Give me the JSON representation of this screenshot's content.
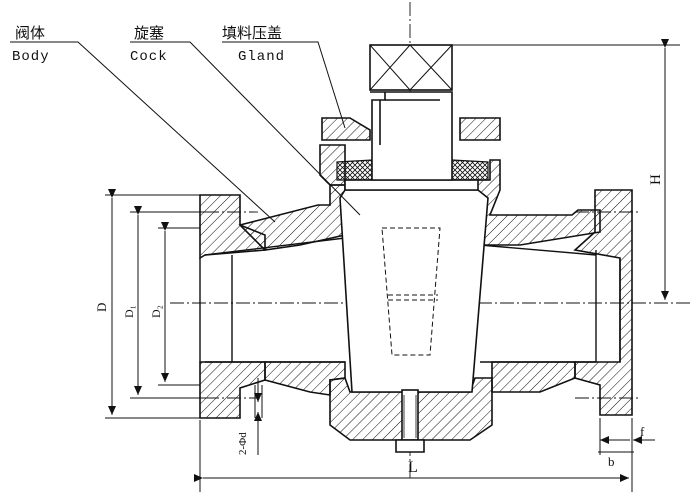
{
  "labels": {
    "body": {
      "cn": "阀体",
      "en": "Body"
    },
    "cock": {
      "cn": "旋塞",
      "en": "Cock"
    },
    "gland": {
      "cn": "填料压盖",
      "en": "Gland"
    }
  },
  "dimensions": {
    "D": "D",
    "D1": "D₁",
    "D2": "D₂",
    "H": "H",
    "L": "L",
    "bolt_holes": "2-Φd",
    "f": "f",
    "b": "b"
  },
  "colors": {
    "line": "#111111",
    "background": "#ffffff"
  }
}
